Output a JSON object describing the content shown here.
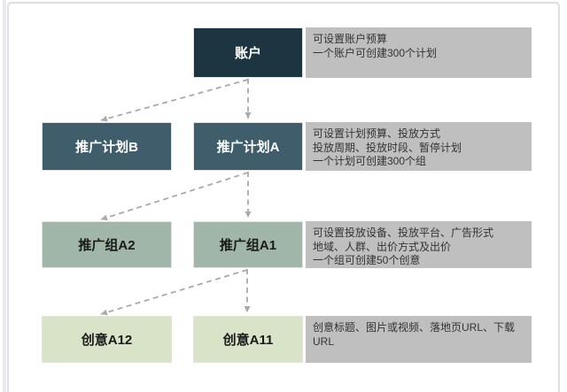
{
  "colors": {
    "level_account": "#1c3540",
    "level_campaign": "#3f5d6b",
    "level_group": "#a0b6a8",
    "level_creative": "#d9e3c8",
    "note_background": "#bfbfbf",
    "connector": "#a9a9a9"
  },
  "rows": [
    {
      "level": "account",
      "center": {
        "label": "账户"
      },
      "note": {
        "lines": [
          "可设置账户预算",
          "一个账户可创建300个计划"
        ]
      }
    },
    {
      "level": "campaign",
      "left": {
        "label": "推广计划B"
      },
      "center": {
        "label": "推广计划A"
      },
      "note": {
        "lines": [
          "可设置计划预算、投放方式",
          "投放周期、投放时段、暂停计划",
          "一个计划可创建300个组"
        ]
      }
    },
    {
      "level": "group",
      "left": {
        "label": "推广组A2"
      },
      "center": {
        "label": "推广组A1"
      },
      "note": {
        "lines": [
          "可设置投放设备、投放平台、广告形式",
          "地域、人群、出价方式及出价",
          "一个组可创建50个创意"
        ]
      }
    },
    {
      "level": "creative",
      "left": {
        "label": "创意A12"
      },
      "center": {
        "label": "创意A11"
      },
      "note": {
        "lines": [
          "创意标题、图片或视频、落地页URL、下载",
          "URL"
        ]
      }
    }
  ]
}
